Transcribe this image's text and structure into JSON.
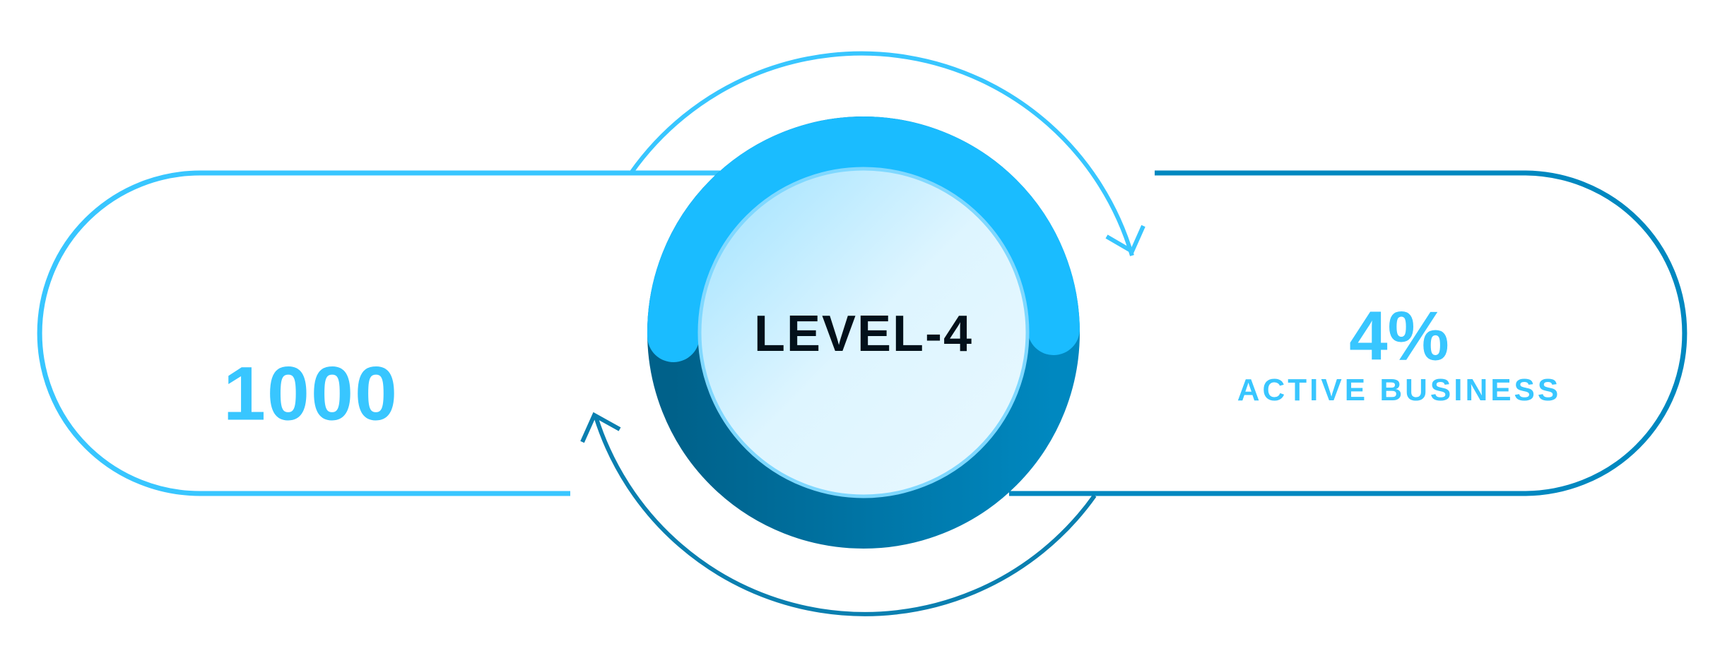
{
  "left_card": {
    "value": "1000"
  },
  "center": {
    "label": "LEVEL-4"
  },
  "right_card": {
    "value": "4%",
    "label": "ACTIVE BUSINESS"
  },
  "colors": {
    "light_blue": "#38c6ff",
    "ring_top": "#1abcff",
    "dark_blue": "#0088c0",
    "ring_bottom": "#006890",
    "text_dark": "#02101a"
  }
}
